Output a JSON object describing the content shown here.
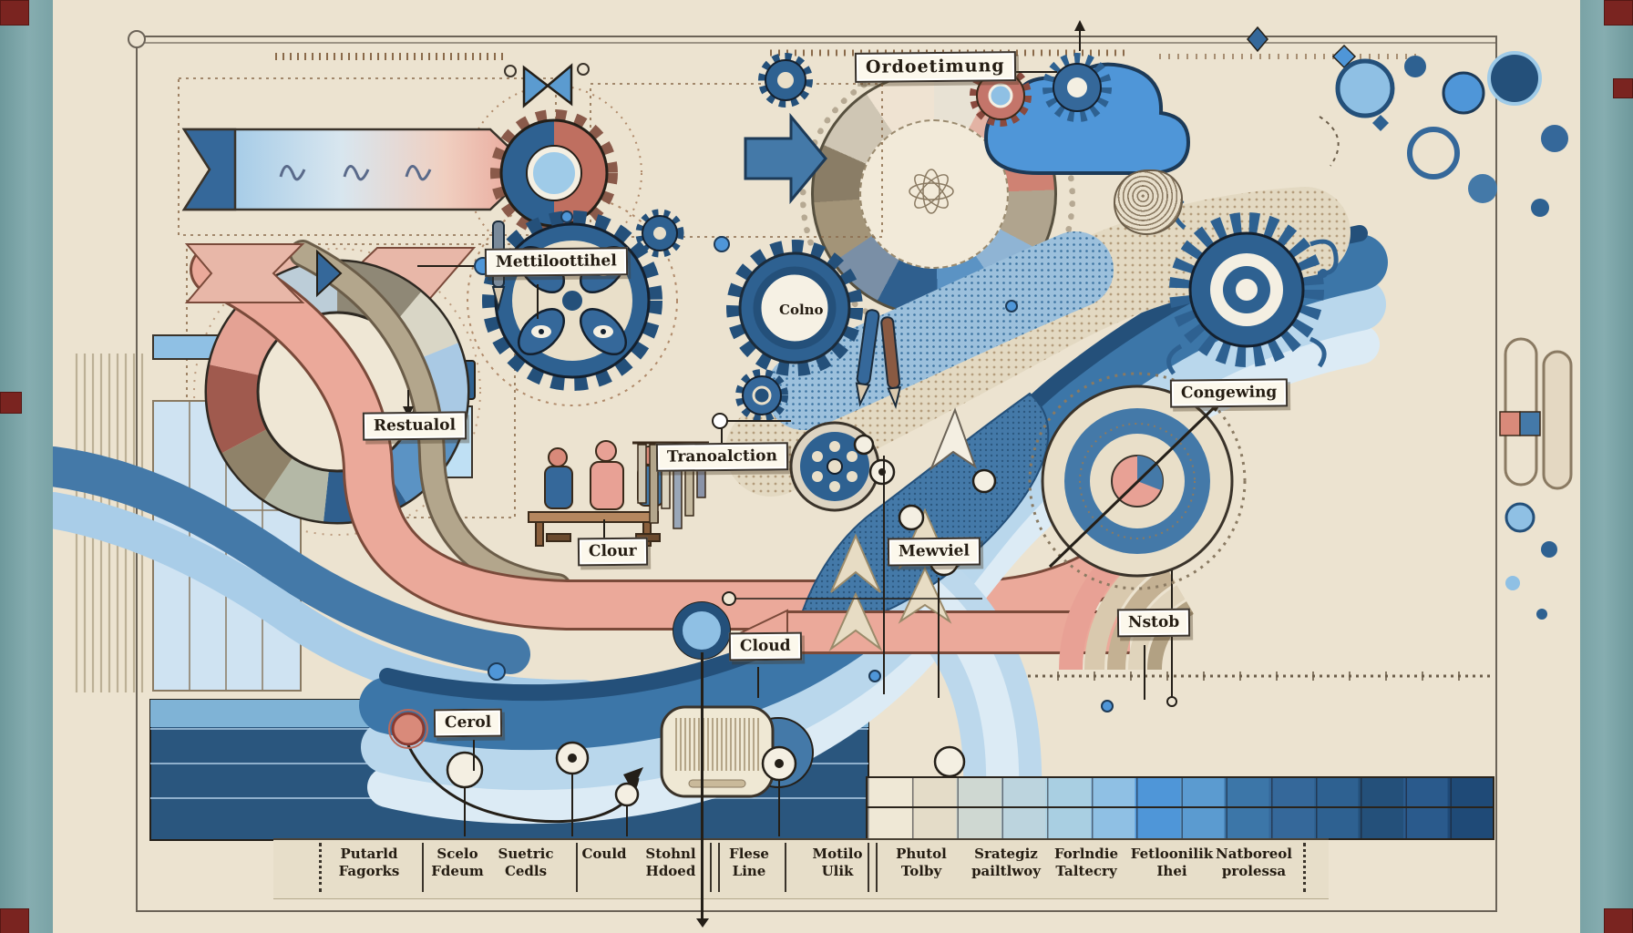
{
  "scene": {
    "type": "abstract-process-infographic-illustration",
    "style": "paper-collage with gears, ribbons and charts on parchment"
  },
  "palette": {
    "side_band_teal": "#7aa3a6",
    "parchment": "#ece3d0",
    "dark_blue": "#24507a",
    "medium_blue": "#3c76a8",
    "sky_blue": "#4f96d8",
    "light_blue": "#b9d7ec",
    "salmon_pink": "#e8a195",
    "coral_red": "#b96a5b",
    "tan": "#b3a68c",
    "navy_panel": "#2a567e",
    "corner_square_red": "#7a2420",
    "label_box": "#fcf8ec",
    "ink": "#241c12"
  },
  "icons": [
    "donut-chart",
    "two-tone-gear",
    "flower-gear",
    "colno-gear",
    "small-gear",
    "sun-spiral-gear",
    "color-wheel",
    "cloud",
    "right-arrow",
    "bowtie-flag",
    "banner-arrow",
    "pencil",
    "film-reel",
    "people-at-table",
    "wind-chimes",
    "target-bullseye",
    "fingerprint-blob",
    "layered-arcs",
    "loop-arrow",
    "plumb-line",
    "pearl-node",
    "chevron-up-arrow"
  ],
  "callouts": [
    {
      "id": "ordoetimung",
      "text": "Ordoetimung"
    },
    {
      "id": "mettiloottihel",
      "text": "Mettiloottihel"
    },
    {
      "id": "colno",
      "text": "Colno"
    },
    {
      "id": "restualol",
      "text": "Restualol"
    },
    {
      "id": "tranoalction",
      "text": "Tranoalction"
    },
    {
      "id": "clour",
      "text": "Clour"
    },
    {
      "id": "mewviel",
      "text": "Mewviel"
    },
    {
      "id": "cloud",
      "text": "Cloud"
    },
    {
      "id": "nstob",
      "text": "Nstob"
    },
    {
      "id": "congewing",
      "text": "Congewing"
    },
    {
      "id": "cerol",
      "text": "Cerol"
    }
  ],
  "axis_labels": [
    {
      "line1": "Putarld",
      "line2": "Fagorks"
    },
    {
      "line1": "Scelo",
      "line2": "Fdeum"
    },
    {
      "line1": "Suetric",
      "line2": "Cedls"
    },
    {
      "line1": "Could",
      "line2": ""
    },
    {
      "line1": "Stohnl",
      "line2": "Hdoed"
    },
    {
      "line1": "Flese",
      "line2": "Line"
    },
    {
      "line1": "Motilo",
      "line2": "Ulik"
    },
    {
      "line1": "Phutol",
      "line2": "Tolby"
    },
    {
      "line1": "Srategiz",
      "line2": "pailtlwoy"
    },
    {
      "line1": "Forlndie",
      "line2": "Taltecry"
    },
    {
      "line1": "Fetloonilik",
      "line2": "Ihei"
    },
    {
      "line1": "Natboreol",
      "line2": "prolessa"
    }
  ],
  "chart_data": [
    {
      "type": "pie",
      "title": "decorative donut chart (top-left)",
      "slices_deg": [
        40,
        28,
        38,
        42,
        38,
        28,
        28,
        40,
        38,
        40
      ],
      "slice_colors": [
        "#8f8876",
        "#d9d6c6",
        "#a9c9e4",
        "#5b93c4",
        "#2f5f8e",
        "#b4b8a6",
        "#8f8269",
        "#a05a4e",
        "#e4a294",
        "#bccdd8"
      ]
    },
    {
      "type": "pie",
      "title": "decorative color wheel ring (top-center)",
      "slices_deg": [
        28,
        32,
        28,
        30,
        28,
        32,
        30,
        28,
        30,
        28,
        32,
        34
      ],
      "slice_colors": [
        "#e8e2d4",
        "#e3b3a4",
        "#cf8273",
        "#b0a48e",
        "#8fb4d4",
        "#5b93c4",
        "#2f5f8e",
        "#7a8fa6",
        "#a39478",
        "#8a7d66",
        "#cfc6b4",
        "#efe3d2"
      ]
    },
    {
      "type": "heatmap",
      "title": "bottom gradient timeline strip (light to dark blue)",
      "colors": [
        "#efe8d6",
        "#e4dcc8",
        "#cfd8d2",
        "#bcd4de",
        "#a9cfe2",
        "#8fc0e4",
        "#4f96d8",
        "#5b9bd0",
        "#3c76a8",
        "#35689a",
        "#2e6191",
        "#24507a",
        "#2a5a8c",
        "#1f4a77"
      ]
    }
  ]
}
